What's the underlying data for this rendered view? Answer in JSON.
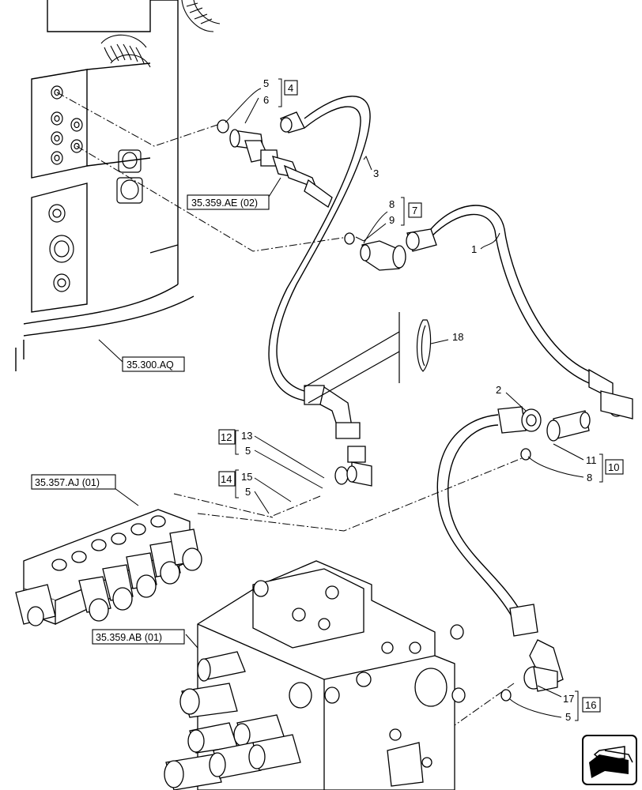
{
  "diagram": {
    "references": [
      {
        "id": "ref-35-359-ae",
        "text": "35.359.AE (02)"
      },
      {
        "id": "ref-35-300-aq",
        "text": "35.300.AQ"
      },
      {
        "id": "ref-35-357-aj",
        "text": "35.357.AJ (01)"
      },
      {
        "id": "ref-35-359-ab",
        "text": "35.359.AB (01)"
      }
    ],
    "callouts": [
      "5",
      "6",
      "3",
      "8",
      "9",
      "1",
      "18",
      "2",
      "13",
      "5",
      "15",
      "5",
      "11",
      "8",
      "17",
      "5"
    ],
    "kits": [
      "4",
      "7",
      "12",
      "14",
      "10",
      "16"
    ]
  },
  "icons": {
    "navigation": "next-page-arrow-icon"
  },
  "colors": {
    "line": "#000000",
    "background": "#ffffff",
    "shading": "#d9d9d9"
  }
}
